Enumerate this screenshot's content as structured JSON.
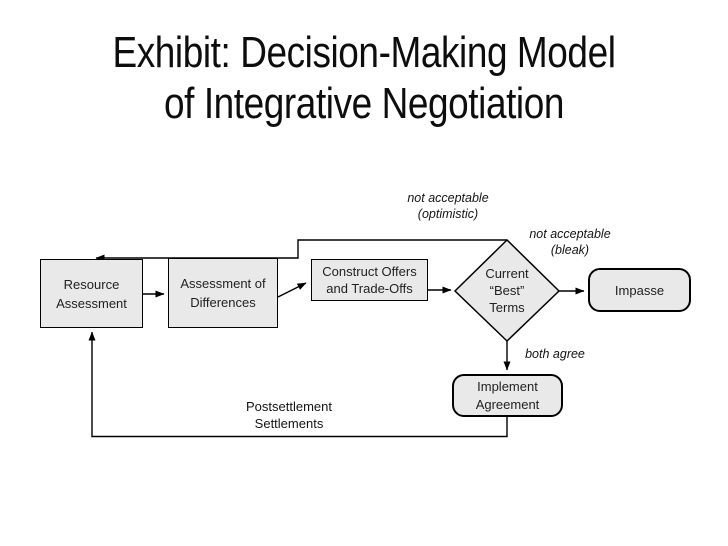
{
  "slide": {
    "title": "Exhibit: Decision-Making Model\nof Integrative Negotiation"
  },
  "nodes": {
    "resource": {
      "label": "Resource\nAssessment"
    },
    "differences": {
      "label": "Assessment of\nDifferences"
    },
    "construct": {
      "label": "Construct Offers\nand Trade-Offs"
    },
    "decision": {
      "label": "Current\n“Best”\nTerms"
    },
    "impasse": {
      "label": "Impasse"
    },
    "implement": {
      "label": "Implement\nAgreement"
    }
  },
  "edge_labels": {
    "optimistic": "not acceptable\n(optimistic)",
    "bleak": "not acceptable\n(bleak)",
    "both_agree": "both agree",
    "postsettlement": "Postsettlement\nSettlements"
  },
  "colors": {
    "background": "#ffffff",
    "node_fill": "#e9e9e9",
    "node_border": "#000000",
    "connector": "#000000",
    "text": "#1f1f1f"
  }
}
